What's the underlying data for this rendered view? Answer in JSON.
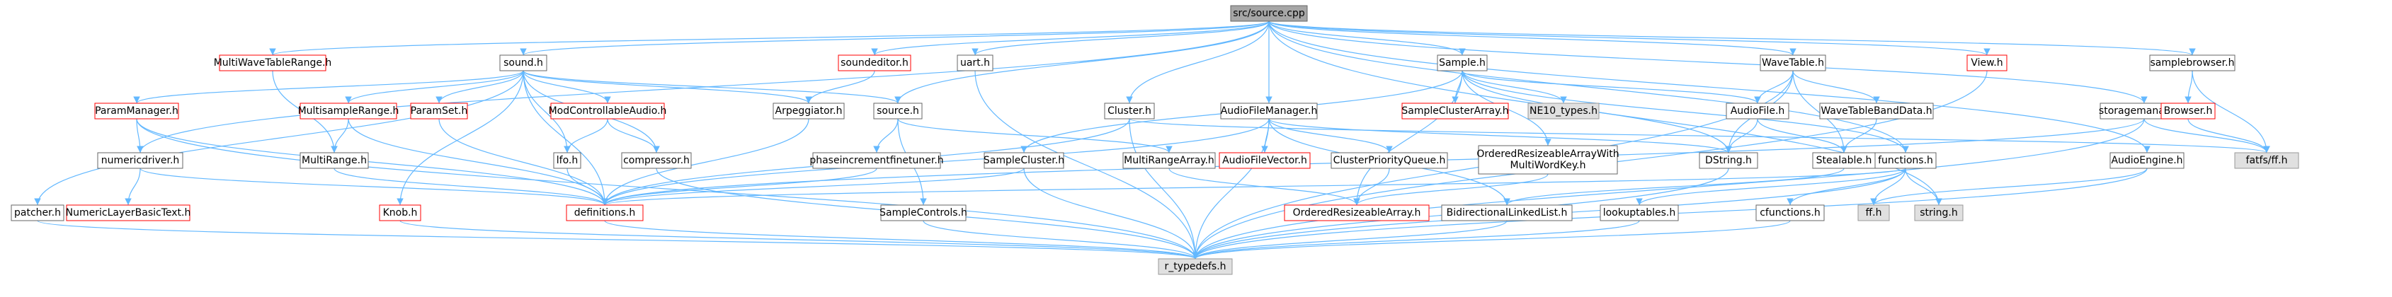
{
  "graph": {
    "nodes": [
      {
        "id": "root",
        "label": "src/source.cpp",
        "style": "root"
      },
      {
        "id": "multiwave",
        "label": "MultiWaveTableRange.h",
        "style": "red"
      },
      {
        "id": "sound",
        "label": "sound.h",
        "style": "plain"
      },
      {
        "id": "soundeditor",
        "label": "soundeditor.h",
        "style": "red"
      },
      {
        "id": "uart",
        "label": "uart.h",
        "style": "plain"
      },
      {
        "id": "sample",
        "label": "Sample.h",
        "style": "plain"
      },
      {
        "id": "wavetable",
        "label": "WaveTable.h",
        "style": "plain"
      },
      {
        "id": "view",
        "label": "View.h",
        "style": "red"
      },
      {
        "id": "samplebrowser",
        "label": "samplebrowser.h",
        "style": "plain"
      },
      {
        "id": "parammanager",
        "label": "ParamManager.h",
        "style": "red"
      },
      {
        "id": "multisamplerange",
        "label": "MultisampleRange.h",
        "style": "red"
      },
      {
        "id": "paramset",
        "label": "ParamSet.h",
        "style": "red"
      },
      {
        "id": "modcontrollable",
        "label": "ModControllableAudio.h",
        "style": "red"
      },
      {
        "id": "arpeggiator",
        "label": "Arpeggiator.h",
        "style": "plain"
      },
      {
        "id": "source",
        "label": "source.h",
        "style": "plain"
      },
      {
        "id": "cluster",
        "label": "Cluster.h",
        "style": "plain"
      },
      {
        "id": "audiofilemanager",
        "label": "AudioFileManager.h",
        "style": "plain"
      },
      {
        "id": "sampleclusterarray",
        "label": "SampleClusterArray.h",
        "style": "red"
      },
      {
        "id": "ne10",
        "label": "NE10_types.h",
        "style": "gray"
      },
      {
        "id": "audiofile",
        "label": "AudioFile.h",
        "style": "plain"
      },
      {
        "id": "wavetablebanddata",
        "label": "WaveTableBandData.h",
        "style": "plain"
      },
      {
        "id": "storagemanager",
        "label": "storagemanager.h",
        "style": "plain"
      },
      {
        "id": "browser",
        "label": "Browser.h",
        "style": "red"
      },
      {
        "id": "numericdriver",
        "label": "numericdriver.h",
        "style": "plain"
      },
      {
        "id": "multirange",
        "label": "MultiRange.h",
        "style": "plain"
      },
      {
        "id": "lfo",
        "label": "lfo.h",
        "style": "plain"
      },
      {
        "id": "compressor",
        "label": "compressor.h",
        "style": "plain"
      },
      {
        "id": "phaseincrement",
        "label": "phaseincrementfinetuner.h",
        "style": "plain"
      },
      {
        "id": "sampleclusterh",
        "label": "SampleCluster.h",
        "style": "plain"
      },
      {
        "id": "multirangearray",
        "label": "MultiRangeArray.h",
        "style": "plain"
      },
      {
        "id": "audiofilevector",
        "label": "AudioFileVector.h",
        "style": "red"
      },
      {
        "id": "clusterpriority",
        "label": "ClusterPriorityQueue.h",
        "style": "plain"
      },
      {
        "id": "orderedmulti",
        "label": "OrderedResizeableArrayWith\nMultiWordKey.h",
        "style": "plain"
      },
      {
        "id": "dstring",
        "label": "DString.h",
        "style": "plain"
      },
      {
        "id": "stealable",
        "label": "Stealable.h",
        "style": "plain"
      },
      {
        "id": "functions",
        "label": "functions.h",
        "style": "plain"
      },
      {
        "id": "fatfs",
        "label": "fatfs/ff.h",
        "style": "gray"
      },
      {
        "id": "audioengine",
        "label": "AudioEngine.h",
        "style": "plain"
      },
      {
        "id": "patcher",
        "label": "patcher.h",
        "style": "plain"
      },
      {
        "id": "numericlayer",
        "label": "NumericLayerBasicText.h",
        "style": "red"
      },
      {
        "id": "knob",
        "label": "Knob.h",
        "style": "red"
      },
      {
        "id": "definitions",
        "label": "definitions.h",
        "style": "red"
      },
      {
        "id": "samplecontrols",
        "label": "SampleControls.h",
        "style": "plain"
      },
      {
        "id": "orderedarray",
        "label": "OrderedResizeableArray.h",
        "style": "red"
      },
      {
        "id": "bidirectional",
        "label": "BidirectionalLinkedList.h",
        "style": "plain"
      },
      {
        "id": "lookuptables",
        "label": "lookuptables.h",
        "style": "plain"
      },
      {
        "id": "cfunctions",
        "label": "cfunctions.h",
        "style": "plain"
      },
      {
        "id": "ffh",
        "label": "ff.h",
        "style": "gray"
      },
      {
        "id": "stringh",
        "label": "string.h",
        "style": "gray"
      },
      {
        "id": "rtypedefs",
        "label": "r_typedefs.h",
        "style": "gray"
      }
    ],
    "edges": [
      [
        "root",
        "multiwave"
      ],
      [
        "root",
        "sound"
      ],
      [
        "root",
        "soundeditor"
      ],
      [
        "root",
        "uart"
      ],
      [
        "root",
        "sample"
      ],
      [
        "root",
        "wavetable"
      ],
      [
        "root",
        "view"
      ],
      [
        "root",
        "samplebrowser"
      ],
      [
        "root",
        "numericdriver"
      ],
      [
        "root",
        "source"
      ],
      [
        "root",
        "cluster"
      ],
      [
        "root",
        "audiofilemanager"
      ],
      [
        "root",
        "storagemanager"
      ],
      [
        "root",
        "audioengine"
      ],
      [
        "root",
        "functions"
      ],
      [
        "root",
        "stringh"
      ],
      [
        "multiwave",
        "multirange"
      ],
      [
        "sound",
        "parammanager"
      ],
      [
        "sound",
        "multisamplerange"
      ],
      [
        "sound",
        "paramset"
      ],
      [
        "sound",
        "modcontrollable"
      ],
      [
        "sound",
        "arpeggiator"
      ],
      [
        "sound",
        "source"
      ],
      [
        "sound",
        "lfo"
      ],
      [
        "sound",
        "compressor"
      ],
      [
        "sound",
        "definitions"
      ],
      [
        "sound",
        "patcher"
      ],
      [
        "sound",
        "knob"
      ],
      [
        "soundeditor",
        "arpeggiator"
      ],
      [
        "uart",
        "rtypedefs"
      ],
      [
        "sample",
        "sampleclusterarray"
      ],
      [
        "sample",
        "ne10"
      ],
      [
        "sample",
        "audiofile"
      ],
      [
        "sample",
        "dstring"
      ],
      [
        "sample",
        "orderedmulti"
      ],
      [
        "sample",
        "sampleclusterh"
      ],
      [
        "sample",
        "functions"
      ],
      [
        "sample",
        "orderedarray"
      ],
      [
        "wavetable",
        "audiofile"
      ],
      [
        "wavetable",
        "wavetablebanddata"
      ],
      [
        "wavetable",
        "dstring"
      ],
      [
        "wavetable",
        "stealable"
      ],
      [
        "wavetable",
        "rtypedefs"
      ],
      [
        "view",
        "rtypedefs"
      ],
      [
        "samplebrowser",
        "browser"
      ],
      [
        "samplebrowser",
        "fatfs"
      ],
      [
        "parammanager",
        "numericdriver"
      ],
      [
        "parammanager",
        "definitions"
      ],
      [
        "parammanager",
        "rtypedefs"
      ],
      [
        "multisamplerange",
        "multirange"
      ],
      [
        "multisamplerange",
        "definitions"
      ],
      [
        "paramset",
        "definitions"
      ],
      [
        "modcontrollable",
        "lfo"
      ],
      [
        "modcontrollable",
        "compressor"
      ],
      [
        "arpeggiator",
        "definitions"
      ],
      [
        "source",
        "phaseincrement"
      ],
      [
        "source",
        "samplecontrols"
      ],
      [
        "source",
        "multirangearray"
      ],
      [
        "cluster",
        "definitions"
      ],
      [
        "cluster",
        "fatfs"
      ],
      [
        "cluster",
        "rtypedefs"
      ],
      [
        "audiofilemanager",
        "audiofilevector"
      ],
      [
        "audiofilemanager",
        "clusterpriority"
      ],
      [
        "audiofilemanager",
        "dstring"
      ],
      [
        "audiofilemanager",
        "definitions"
      ],
      [
        "audiofilemanager",
        "rtypedefs"
      ],
      [
        "audiofilemanager",
        "bidirectional"
      ],
      [
        "audiofile",
        "dstring"
      ],
      [
        "audiofile",
        "stealable"
      ],
      [
        "wavetablebanddata",
        "stealable"
      ],
      [
        "storagemanager",
        "fatfs"
      ],
      [
        "storagemanager",
        "rtypedefs"
      ],
      [
        "storagemanager",
        "definitions"
      ],
      [
        "browser",
        "fatfs"
      ],
      [
        "numericdriver",
        "numericlayer"
      ],
      [
        "numericdriver",
        "definitions"
      ],
      [
        "multirange",
        "definitions"
      ],
      [
        "lfo",
        "definitions"
      ],
      [
        "compressor",
        "rtypedefs"
      ],
      [
        "phaseincrement",
        "definitions"
      ],
      [
        "sampleclusterh",
        "definitions"
      ],
      [
        "sampleclusterh",
        "rtypedefs"
      ],
      [
        "multirangearray",
        "orderedarray"
      ],
      [
        "clusterpriority",
        "orderedarray"
      ],
      [
        "orderedmulti",
        "orderedarray"
      ],
      [
        "dstring",
        "rtypedefs"
      ],
      [
        "stealable",
        "bidirectional"
      ],
      [
        "functions",
        "definitions"
      ],
      [
        "functions",
        "ffh"
      ],
      [
        "functions",
        "stringh"
      ],
      [
        "functions",
        "lookuptables"
      ],
      [
        "functions",
        "cfunctions"
      ],
      [
        "functions",
        "rtypedefs"
      ],
      [
        "audioengine",
        "ffh"
      ],
      [
        "audioengine",
        "rtypedefs"
      ],
      [
        "patcher",
        "rtypedefs"
      ],
      [
        "knob",
        "rtypedefs"
      ],
      [
        "definitions",
        "rtypedefs"
      ],
      [
        "samplecontrols",
        "rtypedefs"
      ],
      [
        "bidirectional",
        "rtypedefs"
      ],
      [
        "lookuptables",
        "rtypedefs"
      ],
      [
        "cfunctions",
        "rtypedefs"
      ]
    ]
  },
  "colors": {
    "edge": "#63b8ff",
    "root_fill": "#a6a6a6",
    "gray_fill": "#e0e0e0",
    "gray_stroke": "#999999",
    "red_stroke": "#ff0000",
    "plain_stroke": "#666666",
    "text": "#000000"
  }
}
